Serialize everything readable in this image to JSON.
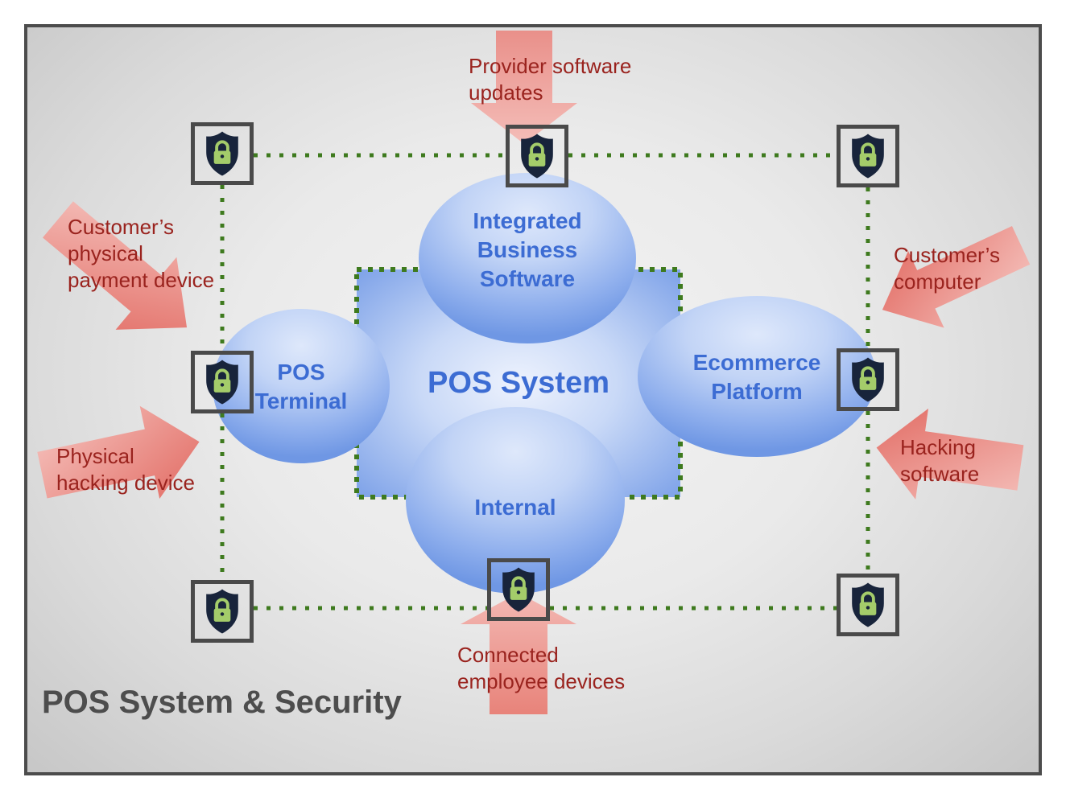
{
  "title": "POS System & Security",
  "center_system": {
    "label": "POS System"
  },
  "components": [
    {
      "id": "integrated-business-software",
      "label": "Integrated\nBusiness\nSoftware"
    },
    {
      "id": "pos-terminal",
      "label": "POS\nTerminal"
    },
    {
      "id": "ecommerce-platform",
      "label": "Ecommerce\nPlatform"
    },
    {
      "id": "internal",
      "label": "Internal"
    }
  ],
  "threats": [
    {
      "id": "provider-software-updates",
      "label": "Provider software\nupdates",
      "direction": "down"
    },
    {
      "id": "customers-physical-payment-device",
      "label": "Customer’s\nphysical\npayment device",
      "direction": "down-right"
    },
    {
      "id": "physical-hacking-device",
      "label": "Physical\nhacking device",
      "direction": "right"
    },
    {
      "id": "customers-computer",
      "label": "Customer’s\ncomputer",
      "direction": "down-left"
    },
    {
      "id": "hacking-software",
      "label": "Hacking\nsoftware",
      "direction": "left"
    },
    {
      "id": "connected-employee-devices",
      "label": "Connected\nemployee devices",
      "direction": "up"
    }
  ],
  "security": {
    "icon": "shield-lock-icon",
    "shield_count": 8
  },
  "colors": {
    "node_blue_text": "#3C6CD3",
    "threat_red_text": "#9A231E",
    "arrow_red": "#E26B63",
    "security_green": "#3E7A1E",
    "shield_navy": "#18243B",
    "lock_green": "#A4CC6A",
    "frame_gray": "#4A4A4A"
  }
}
